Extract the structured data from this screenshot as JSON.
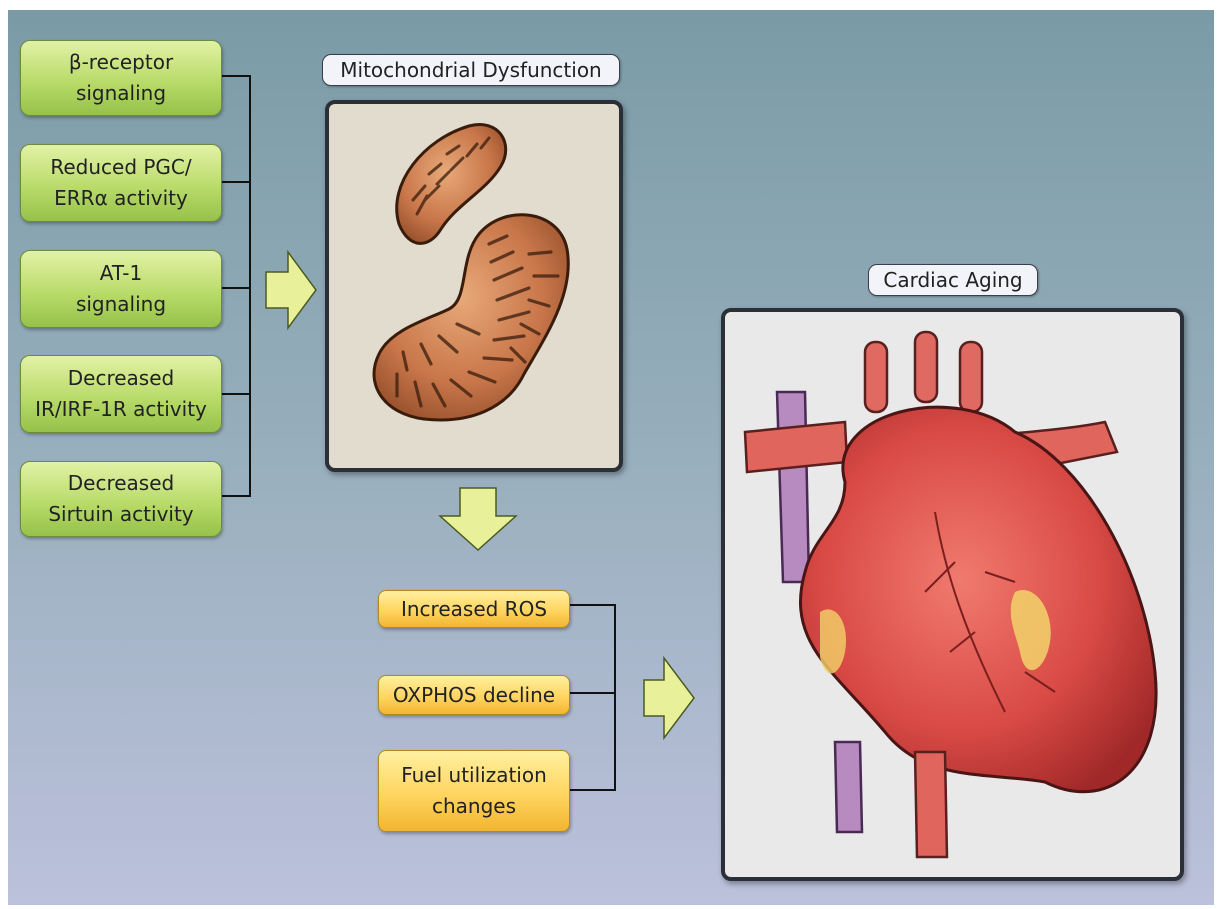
{
  "inputs": {
    "beta_receptor": "β-receptor\nsignaling",
    "pgc": "Reduced PGC/\nERRα activity",
    "at1": "AT-1\nsignaling",
    "ir": "Decreased\nIR/IRF-1R activity",
    "sirtuin": "Decreased\nSirtuin activity"
  },
  "mito": {
    "label": "Mitochondrial Dysfunction"
  },
  "effects": {
    "ros": "Increased ROS",
    "oxphos": "OXPHOS decline",
    "fuel": "Fuel utilization\nchanges"
  },
  "heart": {
    "label": "Cardiac Aging"
  },
  "colors": {
    "input_box": "#b9db6a",
    "effect_box": "#ffd560",
    "arrow": "#e8f19a",
    "heart": "#d94a45",
    "mitochondrion": "#c8764a"
  }
}
